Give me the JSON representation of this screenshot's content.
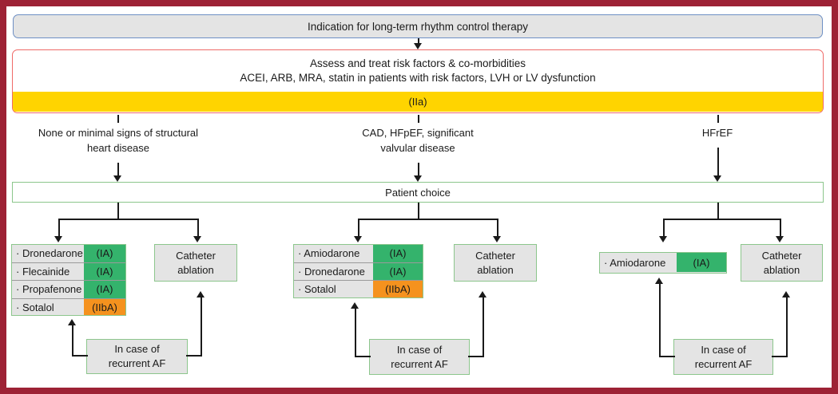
{
  "figure": {
    "frame_color": "#9d2235",
    "accent_green": "#34b36c",
    "accent_orange": "#f5921e",
    "accent_yellow": "#ffd400"
  },
  "top": {
    "title": "Indication for long-term rhythm control therapy"
  },
  "assess": {
    "line1": "Assess and treat risk factors & co-morbidities",
    "line2": "ACEI, ARB, MRA, statin in patients with risk factors, LVH or LV dysfunction",
    "coi": "(IIa)"
  },
  "branches": [
    {
      "line1": "None or minimal signs of structural",
      "line2": "heart disease"
    },
    {
      "line1": "CAD, HFpEF, significant",
      "line2": "valvular disease"
    },
    {
      "line1": "HFrEF",
      "line2": ""
    }
  ],
  "patient_choice": {
    "label": "Patient choice"
  },
  "columns": [
    {
      "id": "left",
      "drugs": [
        {
          "name": "· Dronedarone",
          "coi": "(IA)",
          "coi_color": "green"
        },
        {
          "name": "· Flecainide",
          "coi": "(IA)",
          "coi_color": "green"
        },
        {
          "name": "· Propafenone",
          "coi": "(IA)",
          "coi_color": "green"
        },
        {
          "name": "· Sotalol",
          "coi": "(IIbA)",
          "coi_color": "orange"
        }
      ],
      "ablation_line1": "Catheter",
      "ablation_line2": "ablation",
      "recurrent_line1": "In case of",
      "recurrent_line2": "recurrent AF"
    },
    {
      "id": "middle",
      "drugs": [
        {
          "name": "· Amiodarone",
          "coi": "(IA)",
          "coi_color": "green"
        },
        {
          "name": "· Dronedarone",
          "coi": "(IA)",
          "coi_color": "green"
        },
        {
          "name": "· Sotalol",
          "coi": "(IIbA)",
          "coi_color": "orange"
        }
      ],
      "ablation_line1": "Catheter",
      "ablation_line2": "ablation",
      "recurrent_line1": "In case of",
      "recurrent_line2": "recurrent AF"
    },
    {
      "id": "right",
      "drugs": [
        {
          "name": "· Amiodarone",
          "coi": "(IA)",
          "coi_color": "green"
        }
      ],
      "ablation_line1": "Catheter",
      "ablation_line2": "ablation",
      "recurrent_line1": "In case of",
      "recurrent_line2": "recurrent AF"
    }
  ]
}
